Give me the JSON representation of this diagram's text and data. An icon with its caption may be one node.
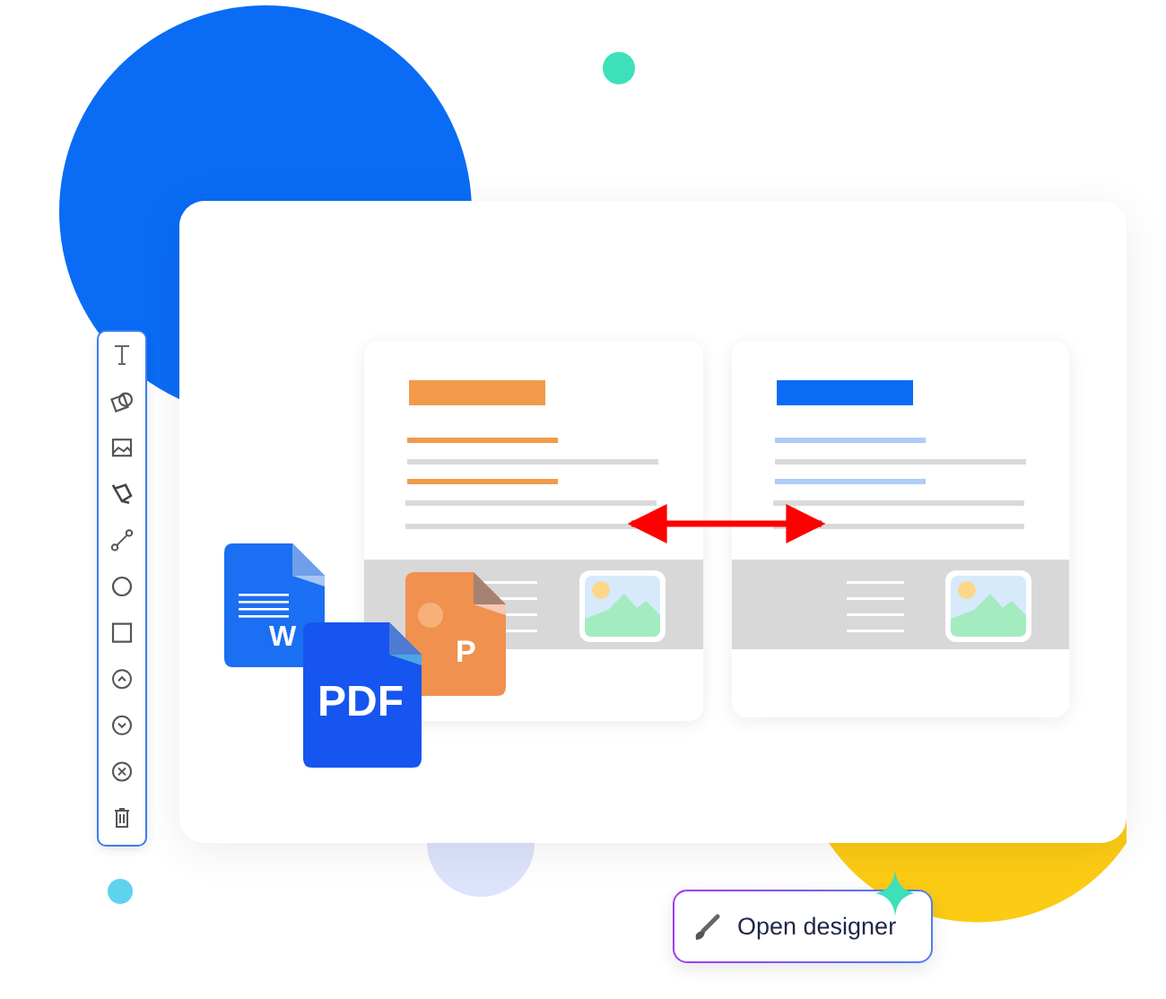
{
  "diagram": {
    "nodes": [
      {
        "text": [],
        "shape": "box"
      },
      {
        "text": [],
        "shape": "box"
      }
    ],
    "edges": [
      {
        "from": 0,
        "to": 1,
        "arrow": "both",
        "color": "#ff0000"
      }
    ],
    "labels": [
      "W",
      "PDF",
      "P",
      "Open designer"
    ]
  }
}
